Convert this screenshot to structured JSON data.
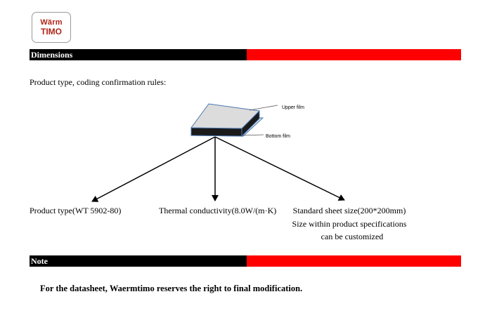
{
  "logo": {
    "line1": "Wärm",
    "line2": "TIMO"
  },
  "sections": {
    "dimensions": "Dimensions",
    "note": "Note"
  },
  "intro": "Product type, coding confirmation rules:",
  "diagram": {
    "upper_film": "Upper film",
    "bottom_film": "Bottom film"
  },
  "labels": {
    "product_type": "Product type(WT 5902-80)",
    "thermal": "Thermal conductivity(8.0W/(m·K)",
    "sheet_size": "Standard sheet size(200*200mm)",
    "size_line2": "Size within product specifications",
    "size_line3": "can be customized"
  },
  "note_text": "For the datasheet, Waermtimo reserves the right to final modification.",
  "colors": {
    "bar_black": "#000000",
    "bar_red": "#fe0000",
    "logo": "#b02418"
  }
}
